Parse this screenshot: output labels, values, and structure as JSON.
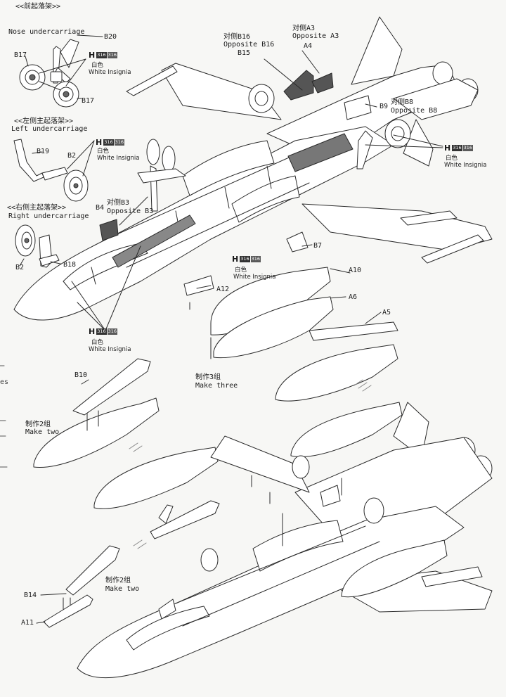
{
  "sections": {
    "nose": {
      "heading_cn": "<<前起落架>>",
      "heading_en": "Nose undercarriage"
    },
    "left": {
      "heading_cn": "<<左侧主起落架>>",
      "heading_en": "Left undercarriage"
    },
    "right": {
      "heading_cn": "<<右侧主起落架>>",
      "heading_en": "Right undercarriage"
    }
  },
  "parts": {
    "b20": "B20",
    "b17a": "B17",
    "b17b": "B17",
    "b19": "B19",
    "b2a": "B2",
    "b4": "B4",
    "b2b": "B2",
    "b18": "B18",
    "b15": "B15",
    "a4": "A4",
    "b9": "B9",
    "b7": "B7",
    "a12": "A12",
    "a10": "A10",
    "a6": "A6",
    "a5": "A5",
    "b10": "B10",
    "b14": "B14",
    "a11": "A11"
  },
  "opposite": {
    "b16_cn": "对侧B16",
    "b16_en": "Opposite B16",
    "a3_cn": "对侧A3",
    "a3_en": "Opposite A3",
    "b8_cn": "对侧B8",
    "b8_en": "Opposite B8",
    "b3_cn": "对侧B3",
    "b3_en": "Opposite B3"
  },
  "paint": {
    "letter": "H",
    "code1": "316",
    "code2": "316",
    "cn": "白色",
    "en": "White Insignia"
  },
  "quantity": {
    "make3_cn": "制作3组",
    "make3_en": "Make three",
    "make2a_cn": "制作2组",
    "make2a_en": "Make two",
    "make2b_cn": "制作2组",
    "make2b_en": "Make two"
  },
  "margin_text": "es"
}
